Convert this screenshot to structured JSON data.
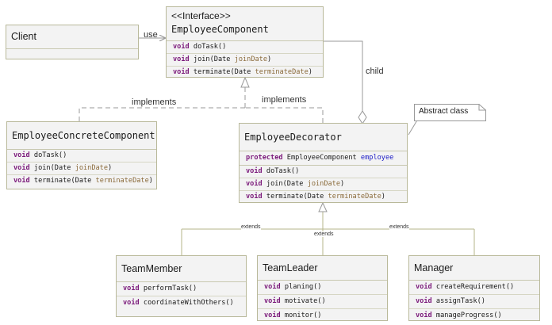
{
  "classes": {
    "interface": {
      "stereotype": "<<Interface>>",
      "name": "EmployeeComponent",
      "methods": [
        {
          "ret": "void",
          "name": "doTask()",
          "param_type": "",
          "param_name": "",
          "close": ""
        },
        {
          "ret": "void",
          "name": "join(",
          "param_type": "Date ",
          "param_name": "joinDate",
          "close": ")"
        },
        {
          "ret": "void",
          "name": "terminate(",
          "param_type": "Date ",
          "param_name": "terminateDate",
          "close": ")"
        }
      ]
    },
    "client": {
      "name": "Client"
    },
    "concrete": {
      "name": "EmployeeConcreteComponent",
      "methods": [
        {
          "ret": "void",
          "name": "doTask()",
          "param_type": "",
          "param_name": "",
          "close": ""
        },
        {
          "ret": "void",
          "name": "join(",
          "param_type": "Date ",
          "param_name": "joinDate",
          "close": ")"
        },
        {
          "ret": "void",
          "name": "terminate(",
          "param_type": "Date ",
          "param_name": "terminateDate",
          "close": ")"
        }
      ]
    },
    "decorator": {
      "name": "EmployeeDecorator",
      "field": {
        "modifier": "protected",
        "type": "EmployeeComponent",
        "name": "employee"
      },
      "methods": [
        {
          "ret": "void",
          "name": "doTask()",
          "param_type": "",
          "param_name": "",
          "close": ""
        },
        {
          "ret": "void",
          "name": "join(",
          "param_type": "Date ",
          "param_name": "joinDate",
          "close": ")"
        },
        {
          "ret": "void",
          "name": "terminate(",
          "param_type": "Date ",
          "param_name": "terminateDate",
          "close": ")"
        }
      ]
    },
    "team_member": {
      "name": "TeamMember",
      "methods": [
        {
          "ret": "void",
          "name": "performTask()"
        },
        {
          "ret": "void",
          "name": "coordinateWithOthers()"
        }
      ]
    },
    "team_leader": {
      "name": "TeamLeader",
      "methods": [
        {
          "ret": "void",
          "name": "planing()"
        },
        {
          "ret": "void",
          "name": "motivate()"
        },
        {
          "ret": "void",
          "name": "monitor()"
        }
      ]
    },
    "manager": {
      "name": "Manager",
      "methods": [
        {
          "ret": "void",
          "name": "createRequirement()"
        },
        {
          "ret": "void",
          "name": "assignTask()"
        },
        {
          "ret": "void",
          "name": "manageProgress()"
        }
      ]
    }
  },
  "relations": {
    "use": "use",
    "child": "child",
    "implements_left": "implements",
    "implements_right": "implements",
    "extends_left": "extends",
    "extends_center": "extends",
    "extends_right": "extends"
  },
  "note": "Abstract class",
  "colors": {
    "box_fill": "#f3f3f3",
    "box_border": "#b9b99a",
    "keyword": "#7b1a7b",
    "param": "#8a6a3a",
    "field": "#2020c8"
  }
}
